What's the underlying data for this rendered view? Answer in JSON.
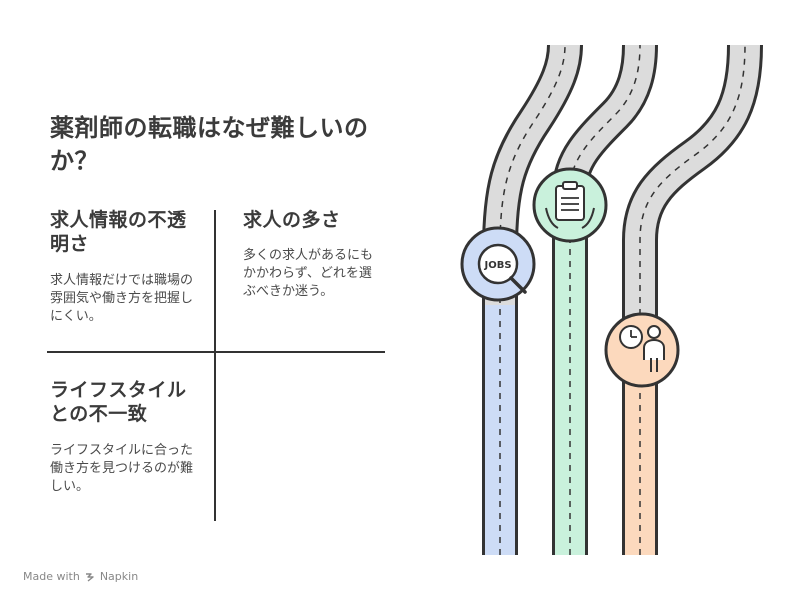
{
  "title": "薬剤師の転職はなぜ難しいのか？",
  "cells": [
    {
      "heading": "求人情報の不透明さ",
      "body": "求人情報だけでは職場の雰囲気や働き方を把握しにくい。"
    },
    {
      "heading": "求人の多さ",
      "body": "多くの求人があるにもかかわらず、どれを選ぶべきか迷う。"
    },
    {
      "heading": "ライフスタイルとの不一致",
      "body": "ライフスタイルに合った働き方を見つけるのが難しい。"
    }
  ],
  "icons": {
    "jobs_label": "JOBS",
    "names": [
      "jobs-search-icon",
      "clipboard-hands-icon",
      "clock-person-icon"
    ]
  },
  "colors": {
    "road": "#dcdcdc",
    "blue": "#cddcf6",
    "green": "#c9f1dc",
    "orange": "#fcd9bd",
    "stroke": "#333333"
  },
  "footer": {
    "made_with": "Made with",
    "brand": "Napkin"
  }
}
